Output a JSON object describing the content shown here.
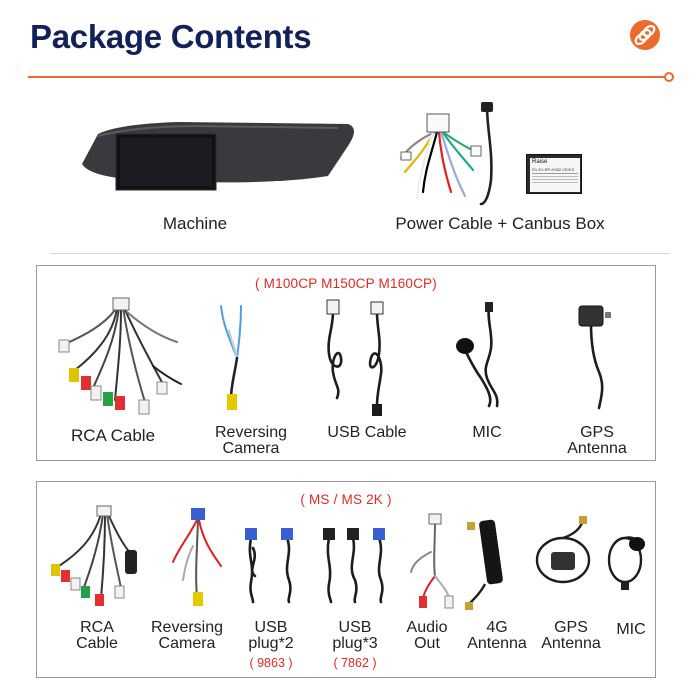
{
  "header": {
    "title": "Package Contents",
    "accent_color": "#ec6a2c",
    "title_color": "#13215a",
    "logo_icon": "orange-coil-logo-icon"
  },
  "top_items": [
    {
      "label": "Machine",
      "icon": "car-stereo-unit-icon"
    },
    {
      "label": "Power Cable + Canbus Box",
      "icon": "power-harness-canbus-icon"
    }
  ],
  "canbus_box_text": [
    "Raise",
    "R1-E1-RP-H032  CE/K3"
  ],
  "box1": {
    "header": "( M100CP M150CP M160CP)",
    "items": [
      {
        "label": "RCA Cable"
      },
      {
        "label": "Reversing",
        "label2": "Camera"
      },
      {
        "label": "USB Cable"
      },
      {
        "label": "MIC"
      },
      {
        "label": "GPS",
        "label2": "Antenna"
      }
    ]
  },
  "box2": {
    "header": "( MS / MS 2K )",
    "items": [
      {
        "label": "RCA",
        "label2": "Cable"
      },
      {
        "label": "Reversing",
        "label2": "Camera"
      },
      {
        "label": "USB",
        "label2": "plug*2",
        "note": "( 9863 )"
      },
      {
        "label": "USB",
        "label2": "plug*3",
        "note": "( 7862 )"
      },
      {
        "label": "Audio",
        "label2": "Out"
      },
      {
        "label": "4G",
        "label2": "Antenna"
      },
      {
        "label": "GPS",
        "label2": "Antenna"
      },
      {
        "label": "MIC"
      }
    ]
  }
}
